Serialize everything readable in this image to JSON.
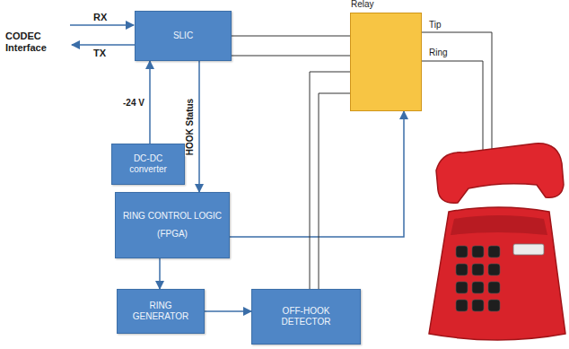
{
  "diagram": {
    "nodes": [
      {
        "text": [
          "SLIC"
        ]
      },
      {
        "text": [
          "Relay"
        ]
      },
      {
        "text": [
          "DC-DC converter"
        ]
      },
      {
        "text": [
          "RING CONTROL LOGIC",
          "(FPGA)"
        ]
      },
      {
        "text": [
          "RING GENERATOR"
        ]
      },
      {
        "text": [
          "OFF-HOOK DETECTOR"
        ]
      }
    ],
    "edges": [
      {
        "from": 0,
        "to": 1,
        "arrow": "none"
      },
      {
        "from": 0,
        "to": 1,
        "arrow": "none"
      },
      {
        "from": 2,
        "to": 0,
        "label": "-24 V",
        "arrow": "to"
      },
      {
        "from": 0,
        "to": 3,
        "label": "HOOK Status",
        "arrow": "to"
      },
      {
        "from": 3,
        "to": 1,
        "arrow": "to"
      },
      {
        "from": 3,
        "to": 4,
        "arrow": "to"
      },
      {
        "from": 4,
        "to": 5,
        "arrow": "to"
      },
      {
        "from": 5,
        "to": 1,
        "arrow": "none"
      },
      {
        "from": 5,
        "to": 1,
        "arrow": "none"
      }
    ],
    "labels": [
      "RX",
      "TX",
      "CODEC Interface",
      "Tip",
      "Ring"
    ]
  }
}
